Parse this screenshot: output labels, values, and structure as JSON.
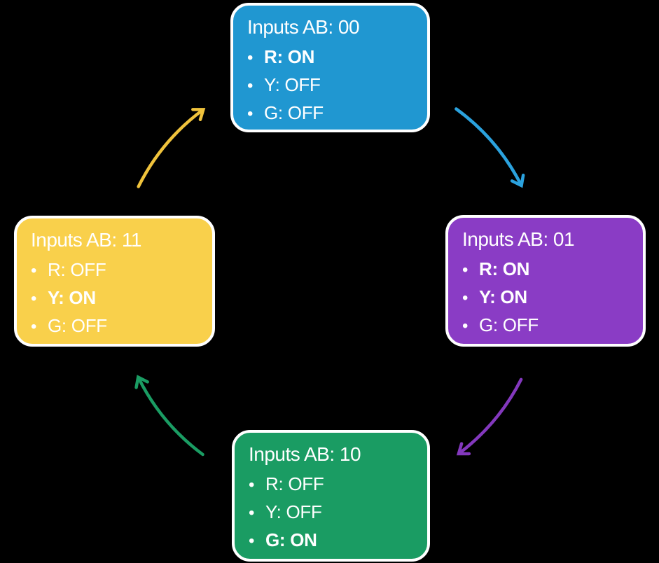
{
  "diagram": {
    "background_color": "#000000",
    "text_color": "#ffffff",
    "node_border_color": "#ffffff",
    "bullet": "•",
    "states": [
      {
        "id": "00",
        "position": "top",
        "title": "Inputs AB: 00",
        "color": "#2097d1",
        "outputs": [
          {
            "text": "R: ON",
            "weight": "bold"
          },
          {
            "text": "Y: OFF",
            "weight": "normal"
          },
          {
            "text": "G: OFF",
            "weight": "normal"
          }
        ]
      },
      {
        "id": "01",
        "position": "right",
        "title": "Inputs AB: 01",
        "color": "#8a3cc5",
        "outputs": [
          {
            "text": "R: ON",
            "weight": "bold"
          },
          {
            "text": "Y: ON",
            "weight": "bold"
          },
          {
            "text": "G: OFF",
            "weight": "normal"
          }
        ]
      },
      {
        "id": "10",
        "position": "bottom",
        "title": "Inputs AB: 10",
        "color": "#1a9c63",
        "outputs": [
          {
            "text": "R: OFF",
            "weight": "normal"
          },
          {
            "text": "Y: OFF",
            "weight": "normal"
          },
          {
            "text": "G: ON",
            "weight": "bold"
          }
        ]
      },
      {
        "id": "11",
        "position": "left",
        "title": "Inputs AB: 11",
        "color": "#f9d04b",
        "outputs": [
          {
            "text": "R: OFF",
            "weight": "normal"
          },
          {
            "text": "Y: ON",
            "weight": "bold"
          },
          {
            "text": "G: OFF",
            "weight": "normal"
          }
        ]
      }
    ],
    "transitions": [
      {
        "from": "00",
        "to": "01",
        "color": "#2ba2de"
      },
      {
        "from": "01",
        "to": "10",
        "color": "#8338bd"
      },
      {
        "from": "10",
        "to": "11",
        "color": "#1a9c63"
      },
      {
        "from": "11",
        "to": "00",
        "color": "#f0c33c"
      }
    ]
  }
}
